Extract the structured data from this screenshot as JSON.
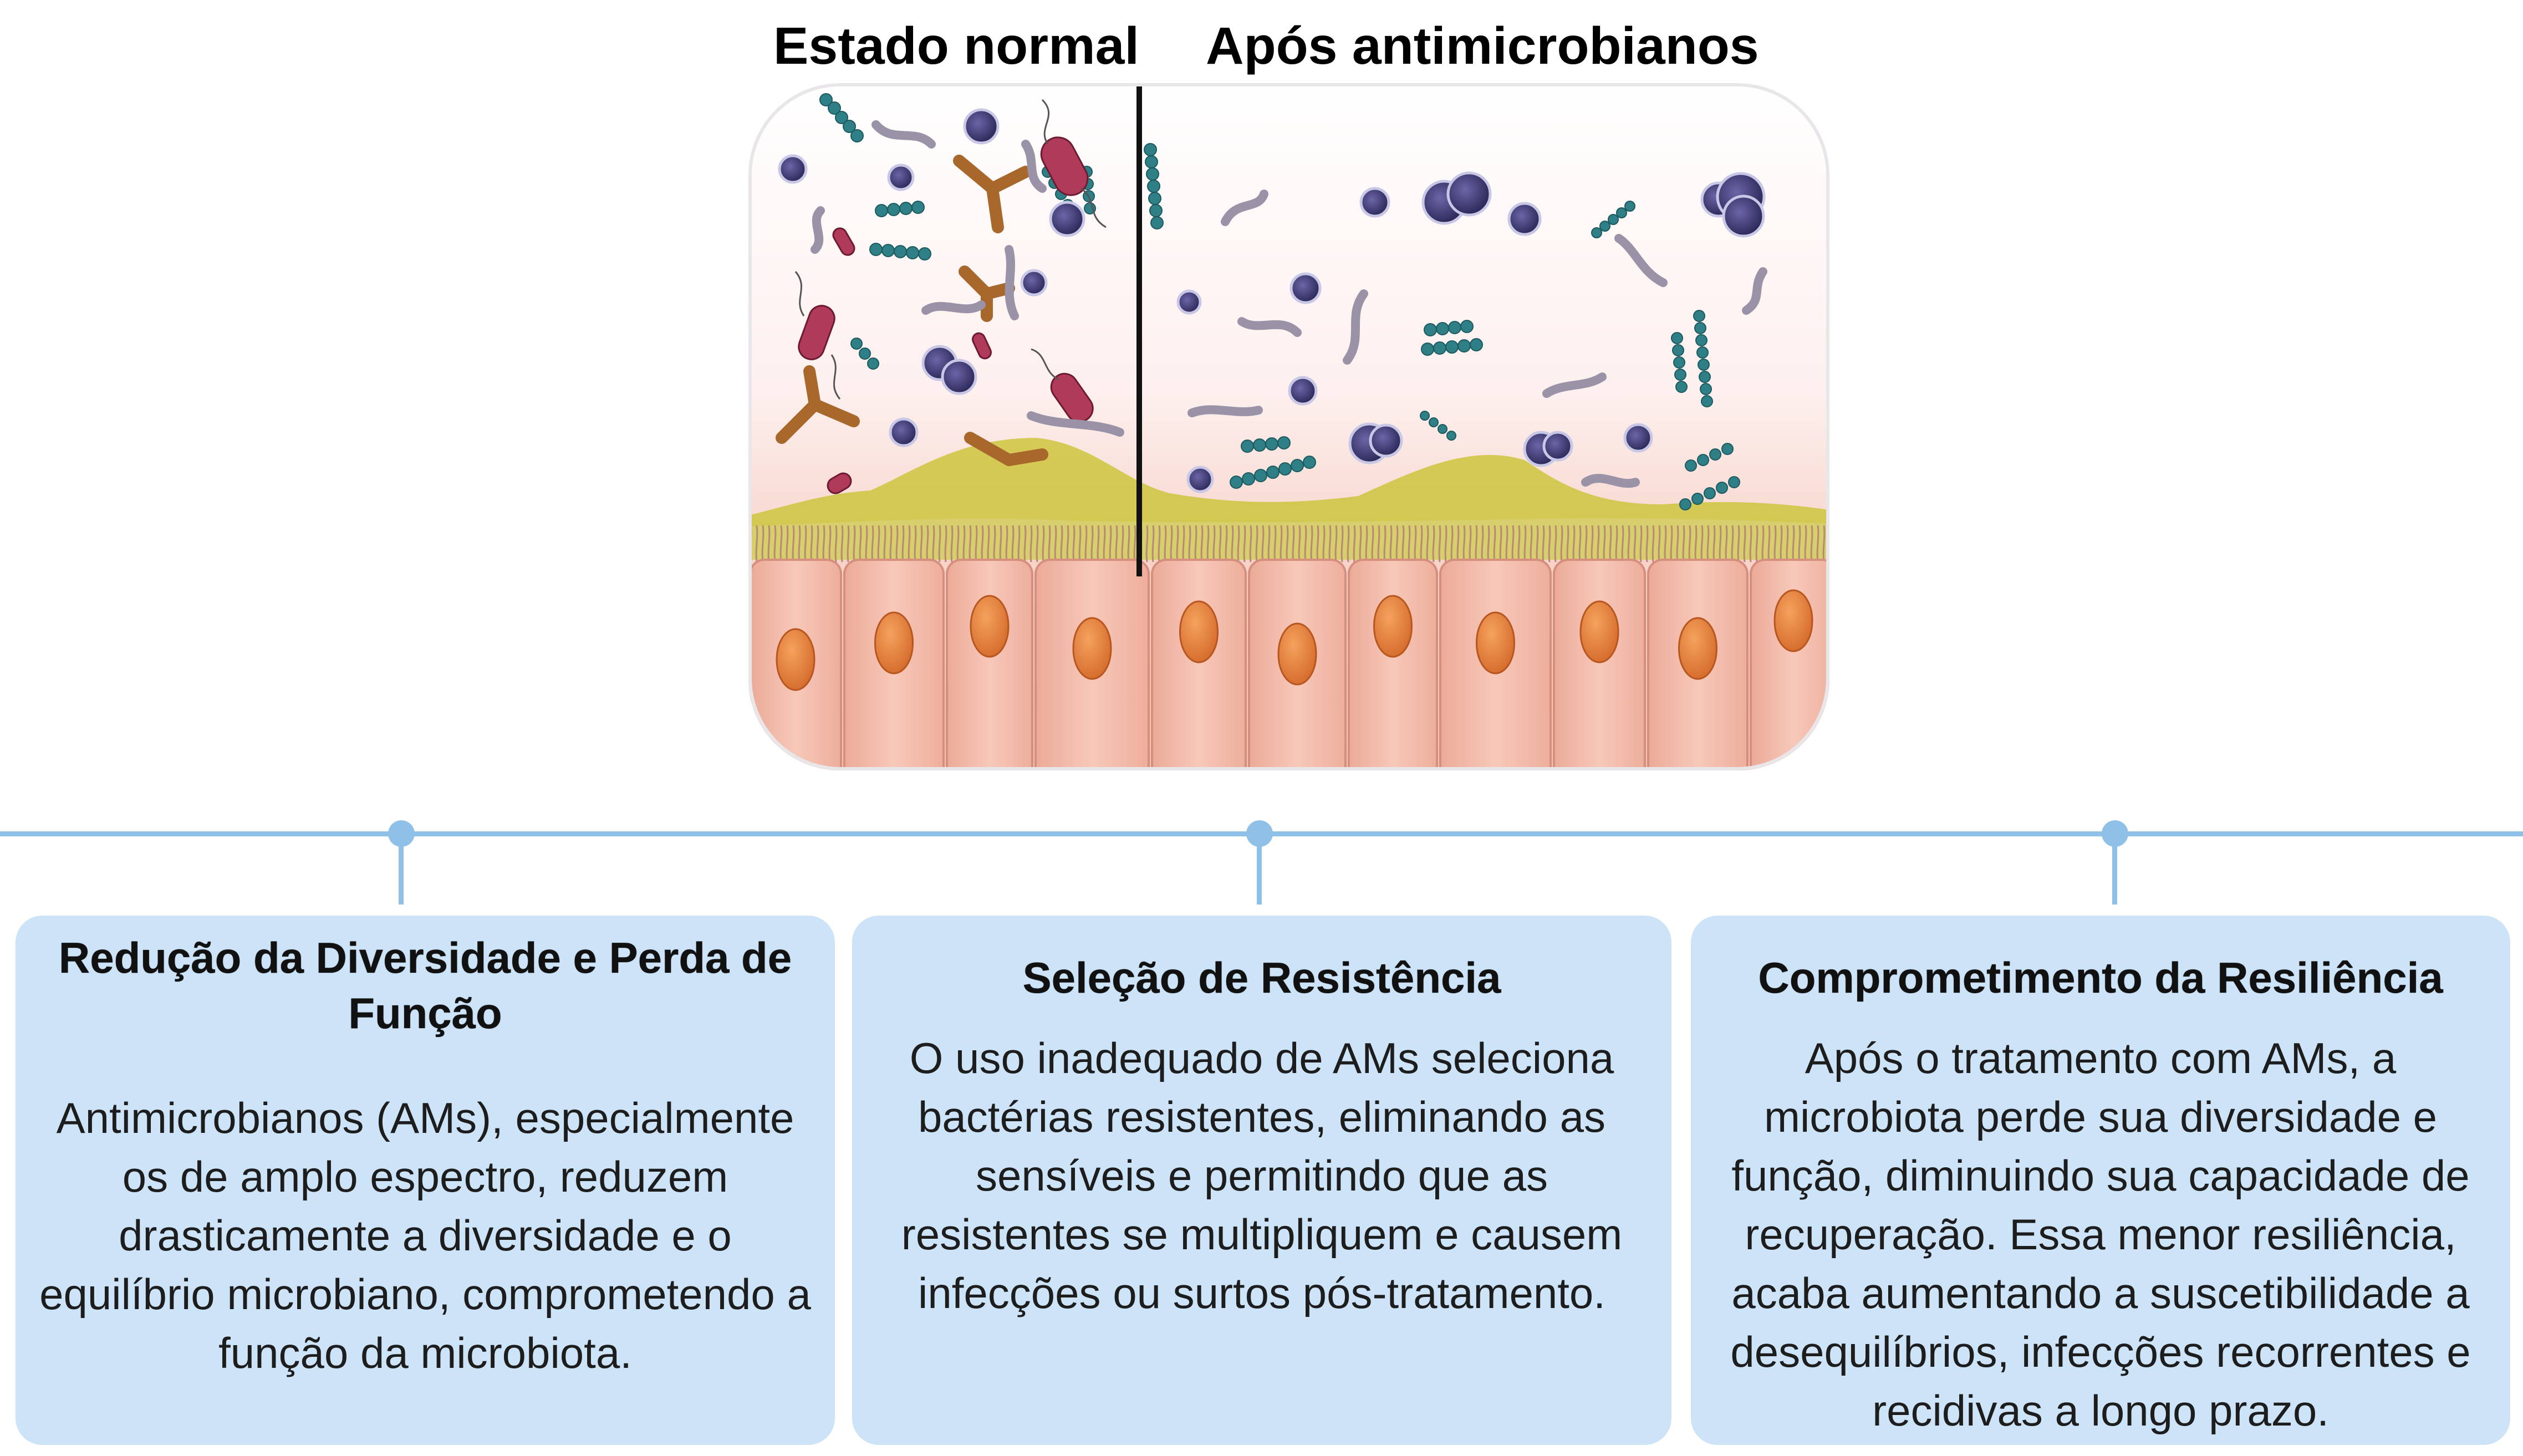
{
  "header": {
    "left_label": "Estado normal",
    "right_label": "Após antimicrobianos"
  },
  "cards": [
    {
      "title": "Redução da Diversidade e Perda de Função",
      "body": "Antimicrobianos (AMs), especialmente os de amplo espectro, reduzem drasticamente a diversidade e o equilíbrio microbiano, comprometendo a função da microbiota."
    },
    {
      "title": "Seleção de Resistência",
      "body": "O uso inadequado de AMs seleciona bactérias resistentes, eliminando as sensíveis e permitindo que as resistentes se multipliquem e causem infecções ou surtos pós-tratamento."
    },
    {
      "title": "Comprometimento da Resiliência",
      "body": "Após o tratamento com AMs, a microbiota perde sua diversidade e função, diminuindo sua capacidade de recuperação. Essa menor resiliência, acaba aumentando a suscetibilidade a desequilíbrios, infecções recorrentes e recidivas a longo prazo."
    }
  ],
  "colors": {
    "timeline": "#8fc1e8",
    "card_background": "#cde3f8",
    "cell": "#f2b9a8",
    "nucleus": "#e07a3c",
    "mucus": "#c9c13a"
  }
}
